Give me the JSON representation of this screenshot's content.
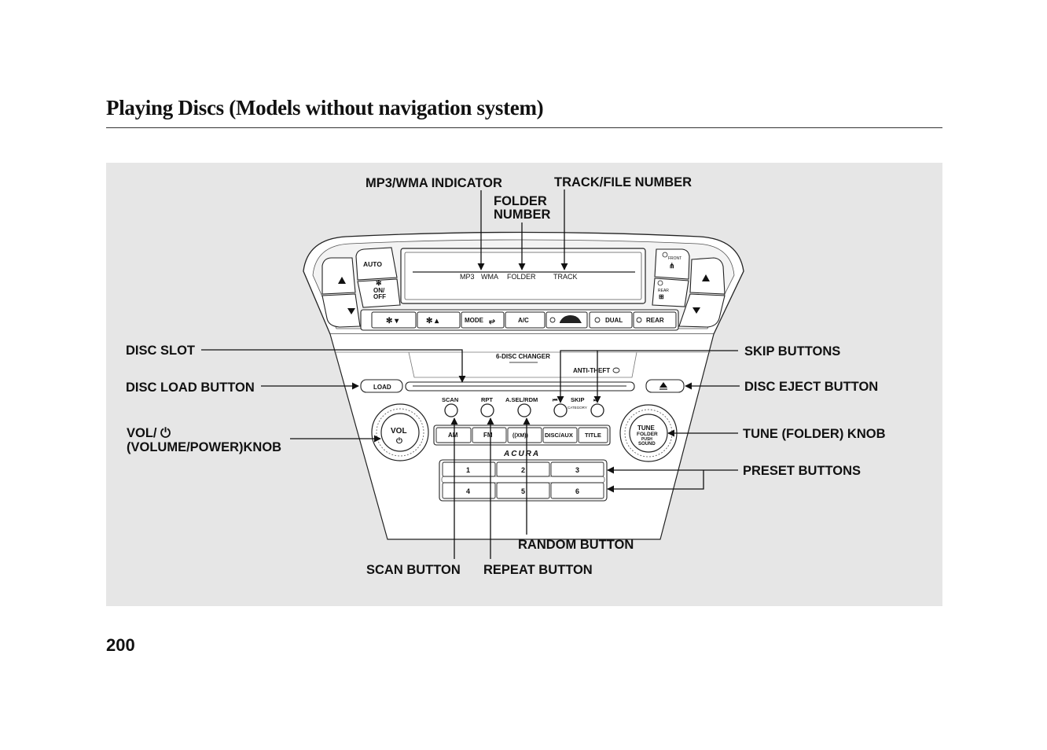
{
  "page": {
    "title": "Playing Discs (Models without navigation system)",
    "page_number": "200"
  },
  "callouts": {
    "mp3_wma_indicator": "MP3/WMA INDICATOR",
    "track_file_number": "TRACK/FILE NUMBER",
    "folder_number_line1": "FOLDER",
    "folder_number_line2": "NUMBER",
    "disc_slot": "DISC SLOT",
    "disc_load_button": "DISC LOAD BUTTON",
    "vol_knob_line1": "VOL/",
    "vol_knob_line2": "(VOLUME/POWER)KNOB",
    "skip_buttons": "SKIP BUTTONS",
    "disc_eject_button": "DISC EJECT BUTTON",
    "tune_folder_knob": "TUNE (FOLDER) KNOB",
    "preset_buttons": "PRESET BUTTONS",
    "random_button": "RANDOM BUTTON",
    "scan_button": "SCAN BUTTON",
    "repeat_button": "REPEAT BUTTON"
  },
  "unit": {
    "display": {
      "mp3": "MP3",
      "wma": "WMA",
      "folder": "FOLDER",
      "track": "TRACK"
    },
    "climate": {
      "auto": "AUTO",
      "on_off_line1": "ON/",
      "on_off_line2": "OFF",
      "mode": "MODE",
      "ac": "A/C",
      "dual": "DUAL",
      "rear": "REAR",
      "front_defrost": "FRONT",
      "rear_defrost": "REAR"
    },
    "disc_changer": "6-DISC CHANGER",
    "anti_theft": "ANTI-THEFT",
    "load": "LOAD",
    "scan": "SCAN",
    "rpt": "RPT",
    "asel_rdm": "A.SEL/RDM",
    "skip": "SKIP",
    "category": "CATEGORY",
    "vol": "VOL",
    "tune_line1": "TUNE",
    "tune_line2": "FOLDER",
    "tune_line3": "PUSH",
    "tune_line4": "SOUND",
    "am": "AM",
    "fm": "FM",
    "xm": "((XM))",
    "disc_aux": "DISC/AUX",
    "title": "TITLE",
    "brand": "ACURA",
    "presets": [
      "1",
      "2",
      "3",
      "4",
      "5",
      "6"
    ]
  }
}
